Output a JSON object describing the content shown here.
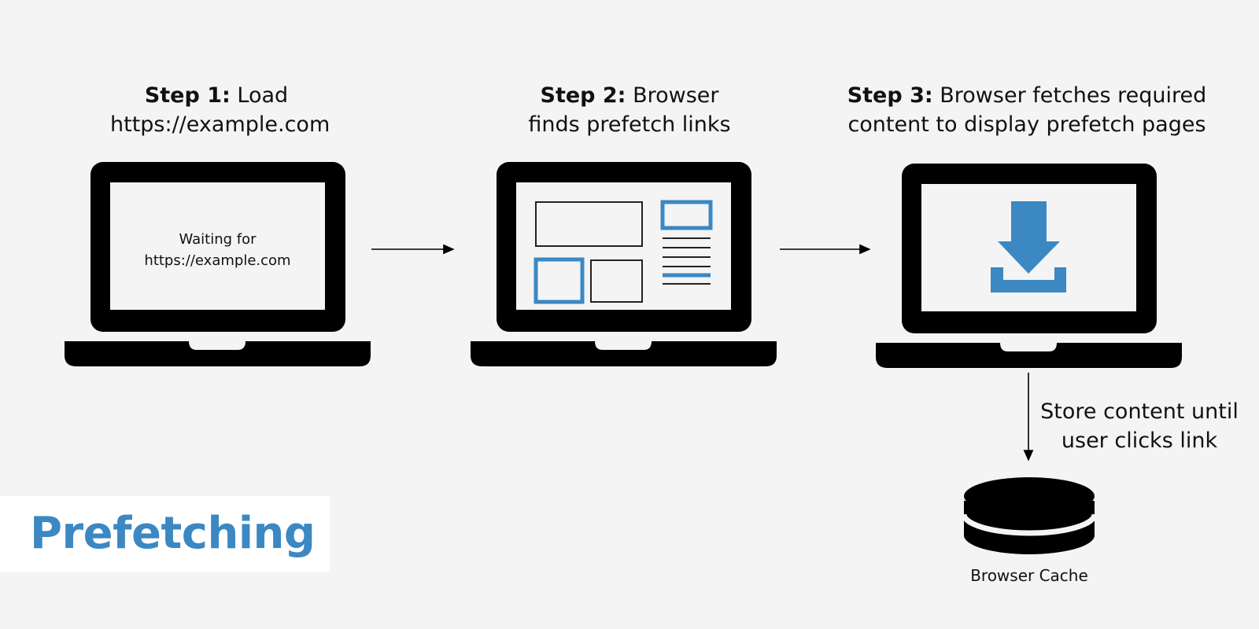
{
  "steps": [
    {
      "bold": "Step 1:",
      "text_line1": " Load",
      "text_line2": "https://example.com"
    },
    {
      "bold": "Step 2:",
      "text_line1": " Browser",
      "text_line2": "finds prefetch links"
    },
    {
      "bold": "Step 3:",
      "text_line1": " Browser fetches required",
      "text_line2": "content to display prefetch pages"
    }
  ],
  "screen1": {
    "line1": "Waiting for",
    "line2": "https://example.com"
  },
  "store_note": {
    "line1": "Store content until",
    "line2": "user clicks link"
  },
  "cache_label": "Browser Cache",
  "title": "Prefetching",
  "colors": {
    "accent": "#3b88c3",
    "device": "#000000",
    "screen": "#f4f4f4",
    "background": "#f4f4f4"
  },
  "icons": [
    "laptop-icon",
    "download-icon",
    "database-icon",
    "arrow-right-icon",
    "arrow-down-icon"
  ]
}
